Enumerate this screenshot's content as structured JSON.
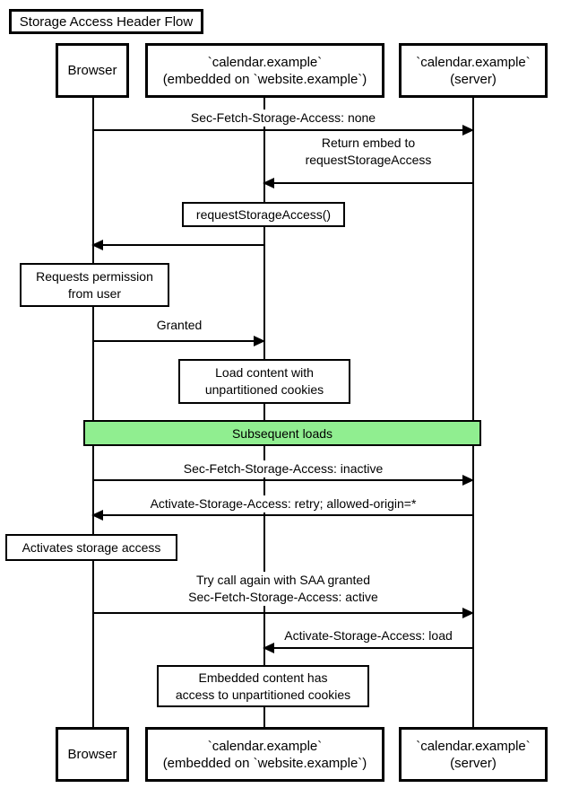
{
  "colors": {
    "background": "#ffffff",
    "line": "#000000",
    "divider_fill": "#90ee90",
    "divider_border": "#000000",
    "note_fill": "#ffffff"
  },
  "title": "Storage Access Header Flow",
  "participants": {
    "browser": {
      "label": "Browser"
    },
    "embed": {
      "line1": "`calendar.example`",
      "line2": "(embedded on `website.example`)"
    },
    "server": {
      "line1": "`calendar.example`",
      "line2": "(server)"
    }
  },
  "messages": {
    "sec_fetch_none": "Sec-Fetch-Storage-Access: none",
    "return_embed_1": "Return embed to",
    "return_embed_2": "requestStorageAccess",
    "granted": "Granted",
    "sec_fetch_inactive": "Sec-Fetch-Storage-Access: inactive",
    "activate_retry": "Activate-Storage-Access: retry; allowed-origin=*",
    "try_again_1": "Try call again with SAA granted",
    "try_again_2": "Sec-Fetch-Storage-Access: active",
    "activate_load": "Activate-Storage-Access: load"
  },
  "notes": {
    "request_storage_access": "requestStorageAccess()",
    "requests_permission_1": "Requests permission",
    "requests_permission_2": "from user",
    "load_content_1": "Load content with",
    "load_content_2": "unpartitioned cookies",
    "activates_storage": "Activates storage access",
    "embedded_content_1": "Embedded content has",
    "embedded_content_2": "access to unpartitioned cookies"
  },
  "divider": {
    "label": "Subsequent loads"
  }
}
